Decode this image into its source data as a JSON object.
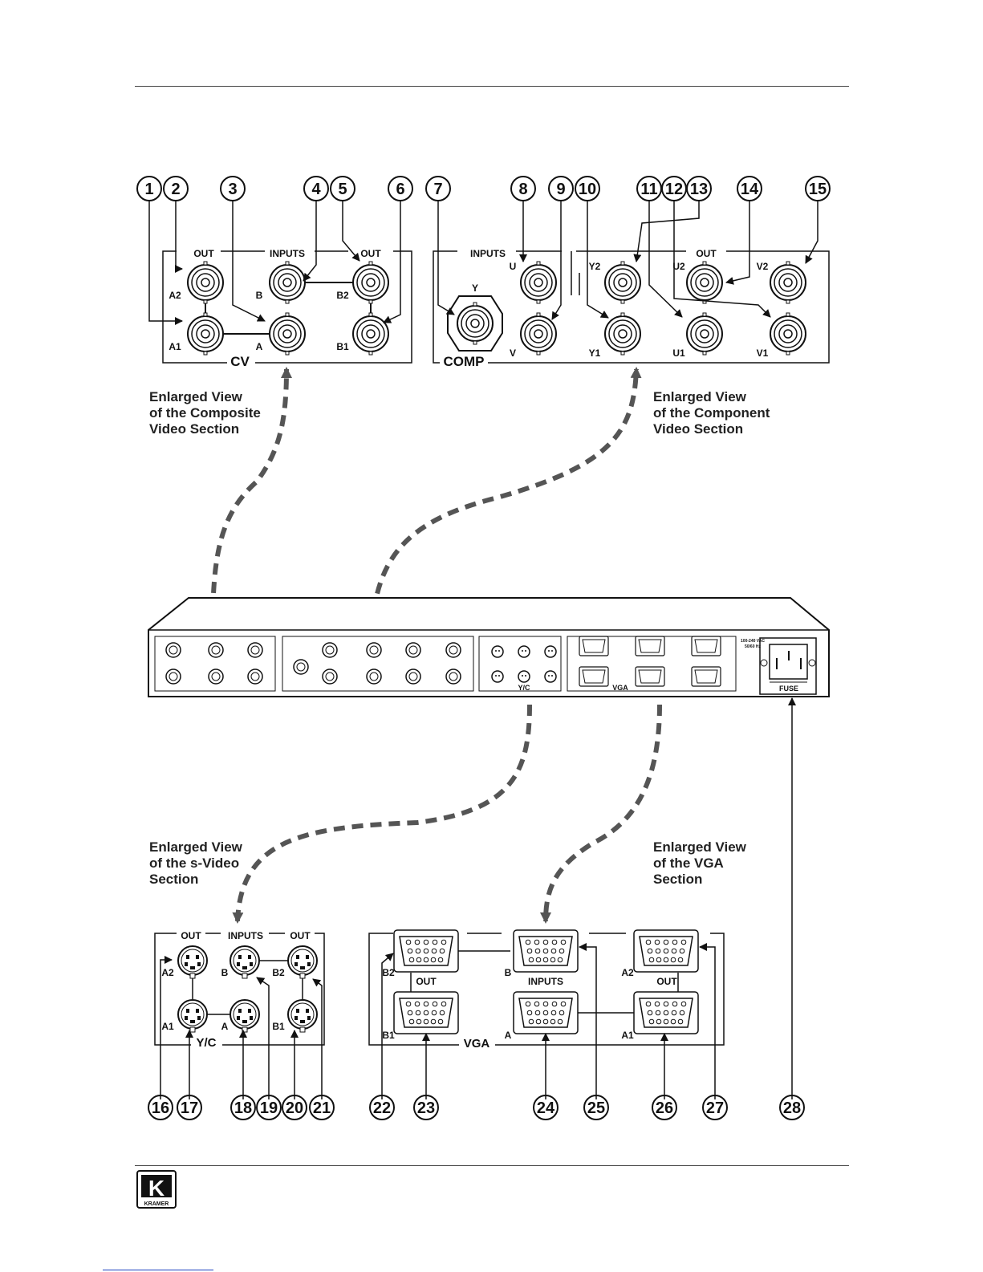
{
  "header": {
    "rule": true
  },
  "callouts": [
    "1",
    "2",
    "3",
    "4",
    "5",
    "6",
    "7",
    "8",
    "9",
    "10",
    "11",
    "12",
    "13",
    "14",
    "15",
    "16",
    "17",
    "18",
    "19",
    "20",
    "21",
    "22",
    "23",
    "24",
    "25",
    "26",
    "27",
    "28"
  ],
  "notes": {
    "composite": [
      "Enlarged View",
      "of the Composite",
      "Video Section"
    ],
    "component": [
      "Enlarged View",
      "of the Component",
      "Video Section"
    ],
    "svideo": [
      "Enlarged View",
      "of the s-Video",
      "Section"
    ],
    "vga": [
      "Enlarged View",
      "of the VGA",
      "Section"
    ]
  },
  "cv_panel": {
    "title": "CV",
    "out_left": "OUT",
    "inputs": "INPUTS",
    "out_right": "OUT",
    "labels": {
      "a2": "A2",
      "a1": "A1",
      "b": "B",
      "a": "A",
      "b2": "B2",
      "b1": "B1"
    }
  },
  "component_panel": {
    "title": "COMP",
    "inputs": "INPUTS",
    "out": "OUT",
    "labels": {
      "y": "Y",
      "u": "U",
      "v": "V",
      "y2": "Y2",
      "y1": "Y1",
      "u2": "U2",
      "u1": "U1",
      "v2": "V2",
      "v1": "V1"
    }
  },
  "rear_panel": {
    "power_label_1": "100-240 VAC",
    "power_label_2": "50/60 Hz",
    "fuse": "FUSE",
    "yc": "Y/C",
    "vga": "VGA"
  },
  "yc_panel": {
    "title": "Y/C",
    "out_left": "OUT",
    "inputs": "INPUTS",
    "out_right": "OUT",
    "labels": {
      "a2": "A2",
      "a1": "A1",
      "b": "B",
      "a": "A",
      "b2": "B2",
      "b1": "B1"
    }
  },
  "vga_panel": {
    "title": "VGA",
    "out_left": "OUT",
    "inputs": "INPUTS",
    "out_right": "OUT",
    "labels": {
      "b2": "B2",
      "b1": "B1",
      "b": "B",
      "a": "A",
      "a2": "A2",
      "a1": "A1"
    }
  },
  "logo": {
    "letter": "K",
    "text": "KRAMER"
  },
  "colors": {
    "ink": "#111111",
    "dash": "#555555",
    "accent_red": "#c0392b",
    "link_blue": "#1a3fbf"
  }
}
